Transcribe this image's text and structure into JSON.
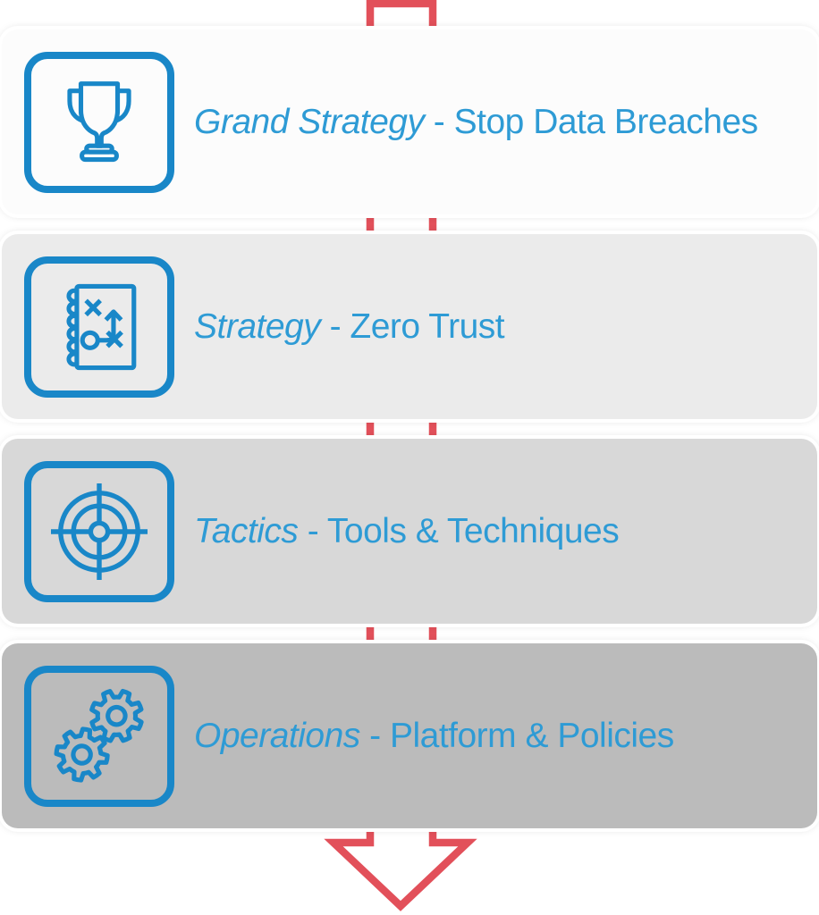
{
  "diagram": {
    "name": "strategy-hierarchy-flow",
    "flow_direction": "top-to-bottom",
    "levels": [
      {
        "term": "Grand Strategy",
        "separator": " - ",
        "description": "Stop Data Breaches",
        "icon": "trophy-icon",
        "bg": "#FCFCFC"
      },
      {
        "term": "Strategy",
        "separator": " - ",
        "description": "Zero Trust",
        "icon": "playbook-icon",
        "bg": "#EBEBEB"
      },
      {
        "term": "Tactics",
        "separator": " - ",
        "description": "Tools & Techniques",
        "icon": "target-icon",
        "bg": "#D8D8D8"
      },
      {
        "term": "Operations",
        "separator": " - ",
        "description": "Platform & Policies",
        "icon": "gears-icon",
        "bg": "#BBBBBB"
      }
    ],
    "colors": {
      "icon_blue": "#1987C8",
      "text_blue": "#2E9BD5",
      "arrow_red": "#E2505A",
      "card_backgrounds": [
        "#FCFCFC",
        "#EBEBEB",
        "#D8D8D8",
        "#BBBBBB"
      ]
    }
  }
}
